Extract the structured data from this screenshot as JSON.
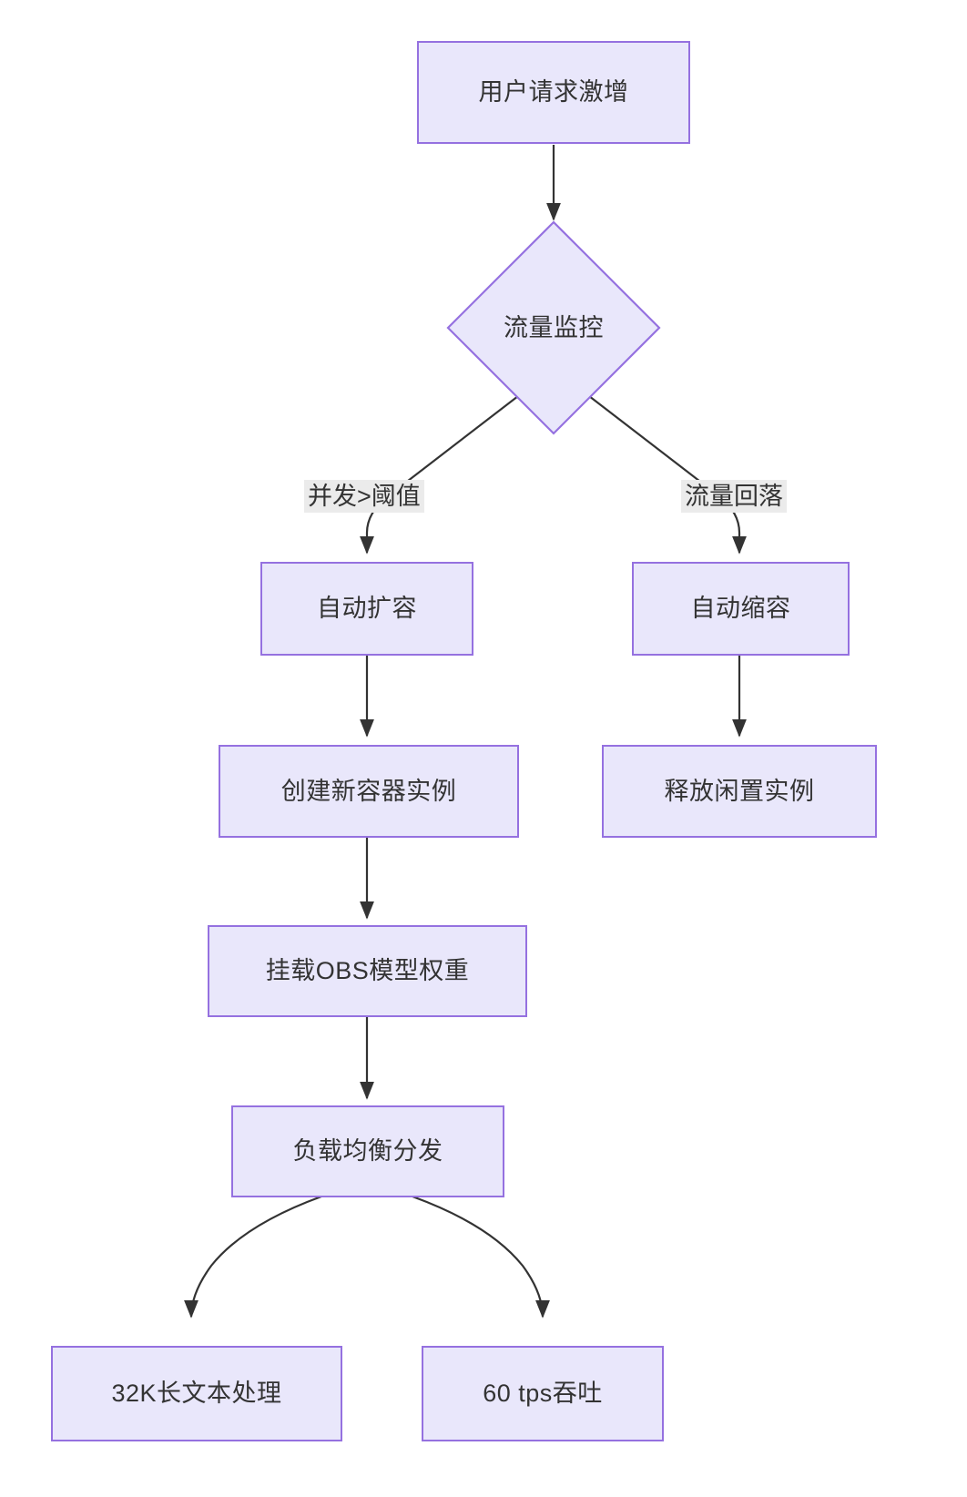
{
  "diagram": {
    "type": "flowchart",
    "direction": "top-down",
    "title": "",
    "theme": {
      "node_fill": "#e9e7fb",
      "node_border": "#9571e0",
      "node_text": "#333333",
      "edge_stroke": "#333333",
      "edge_label_bg": "#ebebeb",
      "background": "#ffffff"
    },
    "nodes": [
      {
        "id": "n1",
        "label": "用户请求激增",
        "shape": "rect"
      },
      {
        "id": "n2",
        "label": "流量监控",
        "shape": "diamond"
      },
      {
        "id": "n3",
        "label": "自动扩容",
        "shape": "rect"
      },
      {
        "id": "n4",
        "label": "自动缩容",
        "shape": "rect"
      },
      {
        "id": "n5",
        "label": "创建新容器实例",
        "shape": "rect"
      },
      {
        "id": "n6",
        "label": "释放闲置实例",
        "shape": "rect"
      },
      {
        "id": "n7",
        "label": "挂载OBS模型权重",
        "shape": "rect"
      },
      {
        "id": "n8",
        "label": "负载均衡分发",
        "shape": "rect"
      },
      {
        "id": "n9",
        "label": "32K长文本处理",
        "shape": "rect"
      },
      {
        "id": "n10",
        "label": "60 tps吞吐",
        "shape": "rect"
      }
    ],
    "edges": [
      {
        "from": "n1",
        "to": "n2",
        "label": ""
      },
      {
        "from": "n2",
        "to": "n3",
        "label": "并发>阈值"
      },
      {
        "from": "n2",
        "to": "n4",
        "label": "流量回落"
      },
      {
        "from": "n3",
        "to": "n5",
        "label": ""
      },
      {
        "from": "n4",
        "to": "n6",
        "label": ""
      },
      {
        "from": "n5",
        "to": "n7",
        "label": ""
      },
      {
        "from": "n7",
        "to": "n8",
        "label": ""
      },
      {
        "from": "n8",
        "to": "n9",
        "label": ""
      },
      {
        "from": "n8",
        "to": "n10",
        "label": ""
      }
    ]
  }
}
